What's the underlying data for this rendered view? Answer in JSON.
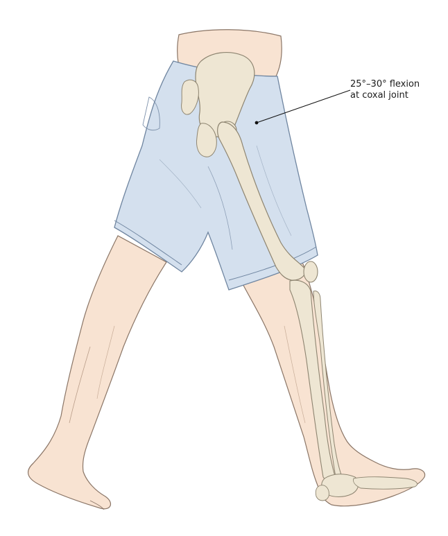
{
  "annotation": {
    "line1": "25°–30° flexion",
    "line2": "at coxal joint"
  },
  "colors": {
    "skin": "#f8e3d2",
    "skin_outline": "#8a7566",
    "shorts": "#d4e0ee",
    "shorts_outline": "#6f85a0",
    "bone": "#eee6d3",
    "bone_outline": "#8d8470",
    "leader": "#111111"
  },
  "icons": {
    "illustration": "walking-legs-skeleton-overlay",
    "leader_dot": "pointer-dot-icon"
  }
}
